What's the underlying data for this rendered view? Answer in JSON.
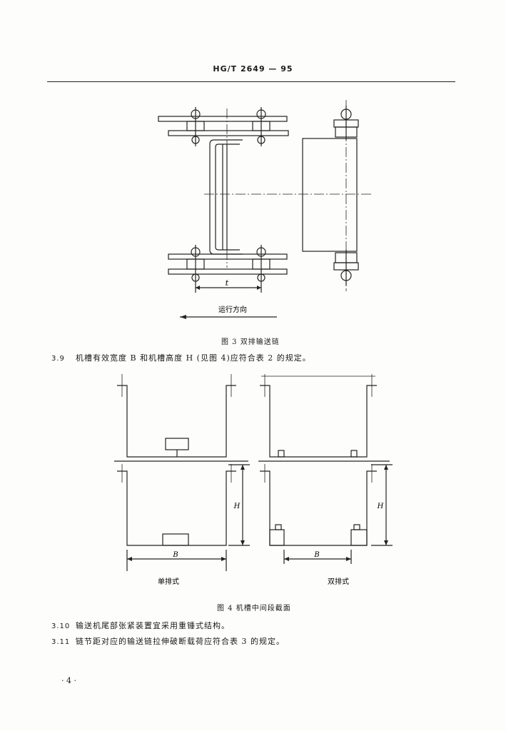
{
  "header": {
    "standard_code": "HG/T  2649 — 95"
  },
  "figure3": {
    "dimension_label": "t",
    "direction_label": "运行方向",
    "caption": "图 3   双排输送链"
  },
  "clauses": [
    {
      "number": "3.9",
      "text": "机槽有效宽度 B 和机槽高度 H (见图 4)应符合表 2 的规定。"
    },
    {
      "number": "3.10",
      "text": "输送机尾部张紧装置宜采用重锤式结构。"
    },
    {
      "number": "3.11",
      "text": "链节距对应的输送链拉伸破断载荷应符合表 3 的规定。"
    }
  ],
  "figure4": {
    "single_row": {
      "width_label": "B",
      "height_label": "H",
      "name": "单排式"
    },
    "double_row": {
      "width_label": "B",
      "height_label": "H",
      "name": "双排式"
    },
    "caption": "图 4   机槽中间段截面"
  },
  "page_number": "· 4 ·"
}
